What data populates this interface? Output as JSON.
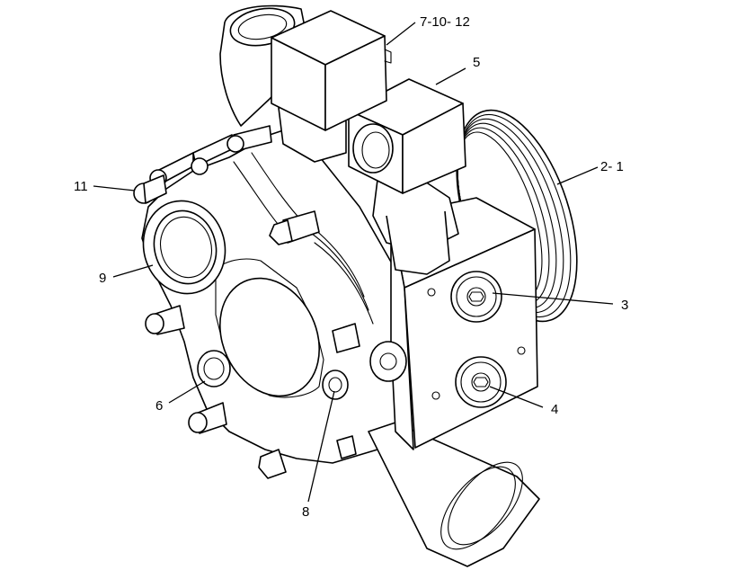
{
  "callouts": {
    "c7_10_12": "7-10- 12",
    "c5": "5",
    "c2_1": "2- 1",
    "c11": "11",
    "c9": "9",
    "c3": "3",
    "c6": "6",
    "c4": "4",
    "c8": "8"
  }
}
